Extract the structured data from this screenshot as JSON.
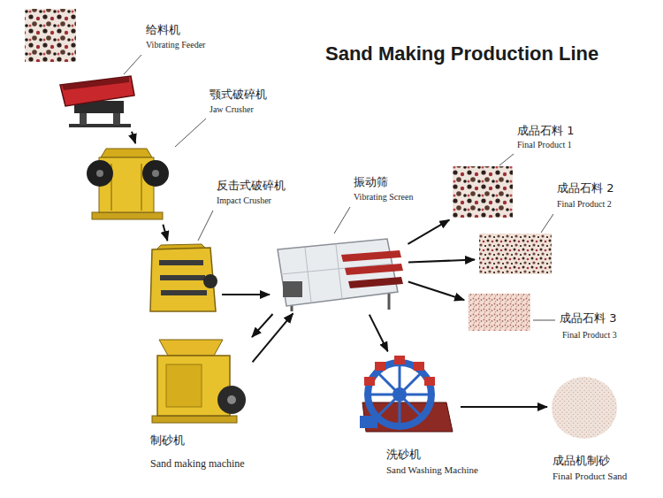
{
  "diagram": {
    "title": "Sand Making Production Line",
    "nodes": [
      {
        "text": [
          "给料机",
          "Vibrating Feeder"
        ]
      },
      {
        "text": [
          "颚式破碎机",
          "Jaw Crusher"
        ]
      },
      {
        "text": [
          "反击式破碎机",
          "Impact Crusher"
        ]
      },
      {
        "text": [
          "振动筛",
          "Vibrating Screen"
        ]
      },
      {
        "text": [
          "成品石料 1",
          "Final Product 1"
        ]
      },
      {
        "text": [
          "成品石料 2",
          "Final Product 2"
        ]
      },
      {
        "text": [
          "成品石料 3",
          "Final Product 3"
        ]
      },
      {
        "text": [
          "制砂机",
          "Sand making machine"
        ]
      },
      {
        "text": [
          "洗砂机",
          "Sand Washing Machine"
        ]
      },
      {
        "text": [
          "成品机制砂",
          "Final Product Sand"
        ]
      }
    ],
    "edges": [
      {
        "from": 0,
        "to": 1,
        "arrow": "to"
      },
      {
        "from": 1,
        "to": 2,
        "arrow": "to"
      },
      {
        "from": 2,
        "to": 3,
        "arrow": "to"
      },
      {
        "from": 3,
        "to": 4,
        "arrow": "to"
      },
      {
        "from": 3,
        "to": 5,
        "arrow": "to"
      },
      {
        "from": 3,
        "to": 6,
        "arrow": "to"
      },
      {
        "from": 3,
        "to": 7,
        "arrow": "to"
      },
      {
        "from": 7,
        "to": 3,
        "arrow": "to"
      },
      {
        "from": 3,
        "to": 8,
        "arrow": "to"
      },
      {
        "from": 8,
        "to": 9,
        "arrow": "to"
      }
    ]
  }
}
